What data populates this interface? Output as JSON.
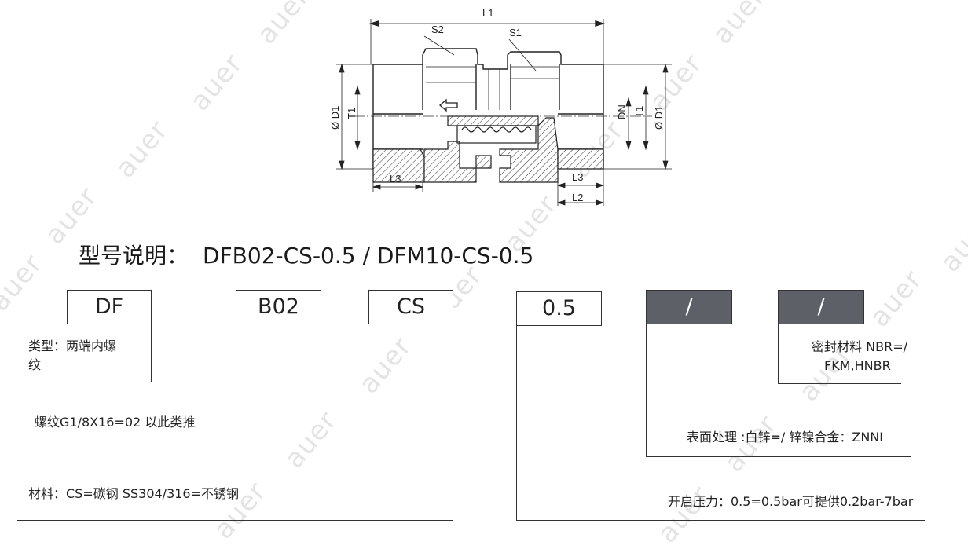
{
  "watermark": "auer",
  "drawing": {
    "dims": {
      "L1": "L1",
      "S2": "S2",
      "S1": "S1",
      "D1_left": "Ø D1",
      "T1_left": "T1",
      "DN": "DN",
      "T1_right": "T1",
      "D1_right": "Ø D1",
      "L3_left": "L3",
      "L3_right": "L3",
      "L2": "L2"
    }
  },
  "title": {
    "label": "型号说明：",
    "model": "DFB02-CS-0.5 / DFM10-CS-0.5"
  },
  "code_boxes": {
    "type": "DF",
    "thread": "B02",
    "material": "CS",
    "pressure": "0.5",
    "surface": "/",
    "seal": "/"
  },
  "descriptions": {
    "type_line1": "类型：两端内螺",
    "type_line2": "纹",
    "thread": "螺纹G1/8X16=02 以此类推",
    "material": "材料：CS=碳钢 SS304/316=不锈钢",
    "seal_line1": "密封材料 NBR=/",
    "seal_line2": "FKM,HNBR",
    "surface": "表面处理 :白锌=/  锌镍合金：ZNNI",
    "pressure": "开启压力：0.5=0.5bar可提供0.2bar-7bar"
  }
}
